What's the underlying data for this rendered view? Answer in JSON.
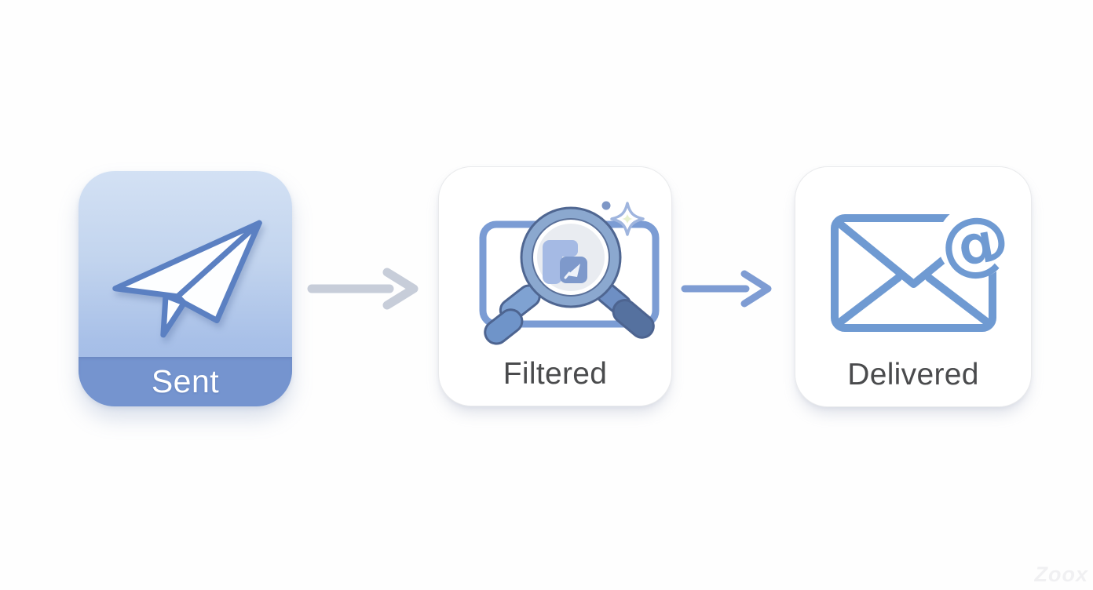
{
  "diagram": {
    "stages": [
      {
        "label": "Sent",
        "icon": "paper-plane-icon",
        "variant": "blue-app-icon"
      },
      {
        "label": "Filtered",
        "icon": "magnifier-screen-icon",
        "variant": "white-card"
      },
      {
        "label": "Delivered",
        "icon": "envelope-at-icon",
        "variant": "white-card",
        "at_symbol": "@"
      }
    ],
    "connectors": [
      {
        "from": "Sent",
        "to": "Filtered",
        "style": "gray-arrow"
      },
      {
        "from": "Filtered",
        "to": "Delivered",
        "style": "blue-arrow"
      }
    ]
  },
  "watermark": {
    "text": "Zoox"
  },
  "theme": {
    "background": "#fefefe",
    "sent_card_top": "#d3e1f4",
    "sent_card_bottom": "#9db8e3",
    "sent_band": "#7594cf",
    "sent_label_color": "#ffffff",
    "white_card_border": "#e9eaec",
    "label_color": "#4a4b4d",
    "icon_blue": "#6f9ad2",
    "icon_outline": "#5b80c2",
    "arrow_gray": "#c7cdd9",
    "arrow_blue": "#7e9cd3"
  }
}
